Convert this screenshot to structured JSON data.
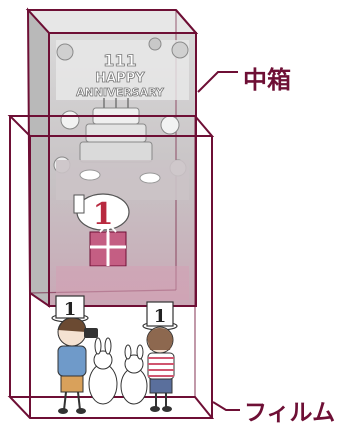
{
  "colors": {
    "frame": "#6e0f35",
    "label": "#6e0f35",
    "box_gray": "#cfcfcf",
    "box_gray_dark": "#a9a9a9",
    "box_pink": "#c45e83",
    "hat_white": "#ffffff",
    "badge_red": "#b8293f"
  },
  "labels": {
    "inner_box": "中箱",
    "film": "フィルム"
  },
  "illustration": {
    "banner_number": "111",
    "banner_line1": "HAPPY",
    "banner_line2": "ANNIVERSARY",
    "badge_number": "1",
    "hat_number": "1"
  }
}
